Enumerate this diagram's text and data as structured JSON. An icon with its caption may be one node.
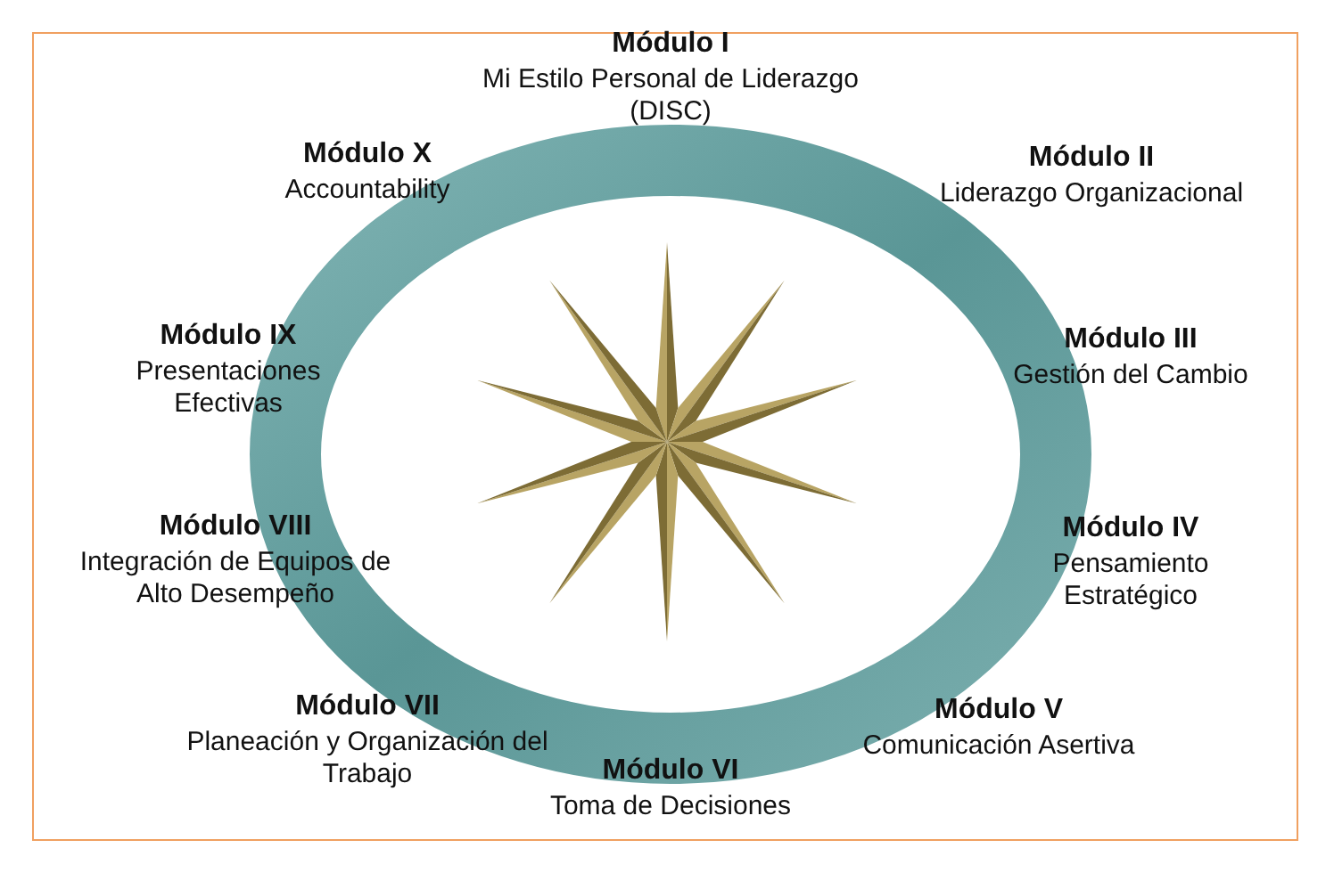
{
  "diagram": {
    "labels": [
      "Módulo I",
      "Mi Estilo Personal de Liderazgo (DISC)",
      "Módulo X",
      "Accountability",
      "Módulo II",
      "Liderazgo Organizacional",
      "Módulo IX",
      "Presentaciones Efectivas",
      "Módulo III",
      "Gestión del Cambio",
      "Módulo VIII",
      "Integración de Equipos de Alto Desempeño",
      "Módulo IV",
      "Pensamiento Estratégico",
      "Módulo VII",
      "Planeación y Organización del Trabajo",
      "Módulo V",
      "Comunicación Asertiva",
      "Módulo VI",
      "Toma de Decisiones"
    ]
  }
}
